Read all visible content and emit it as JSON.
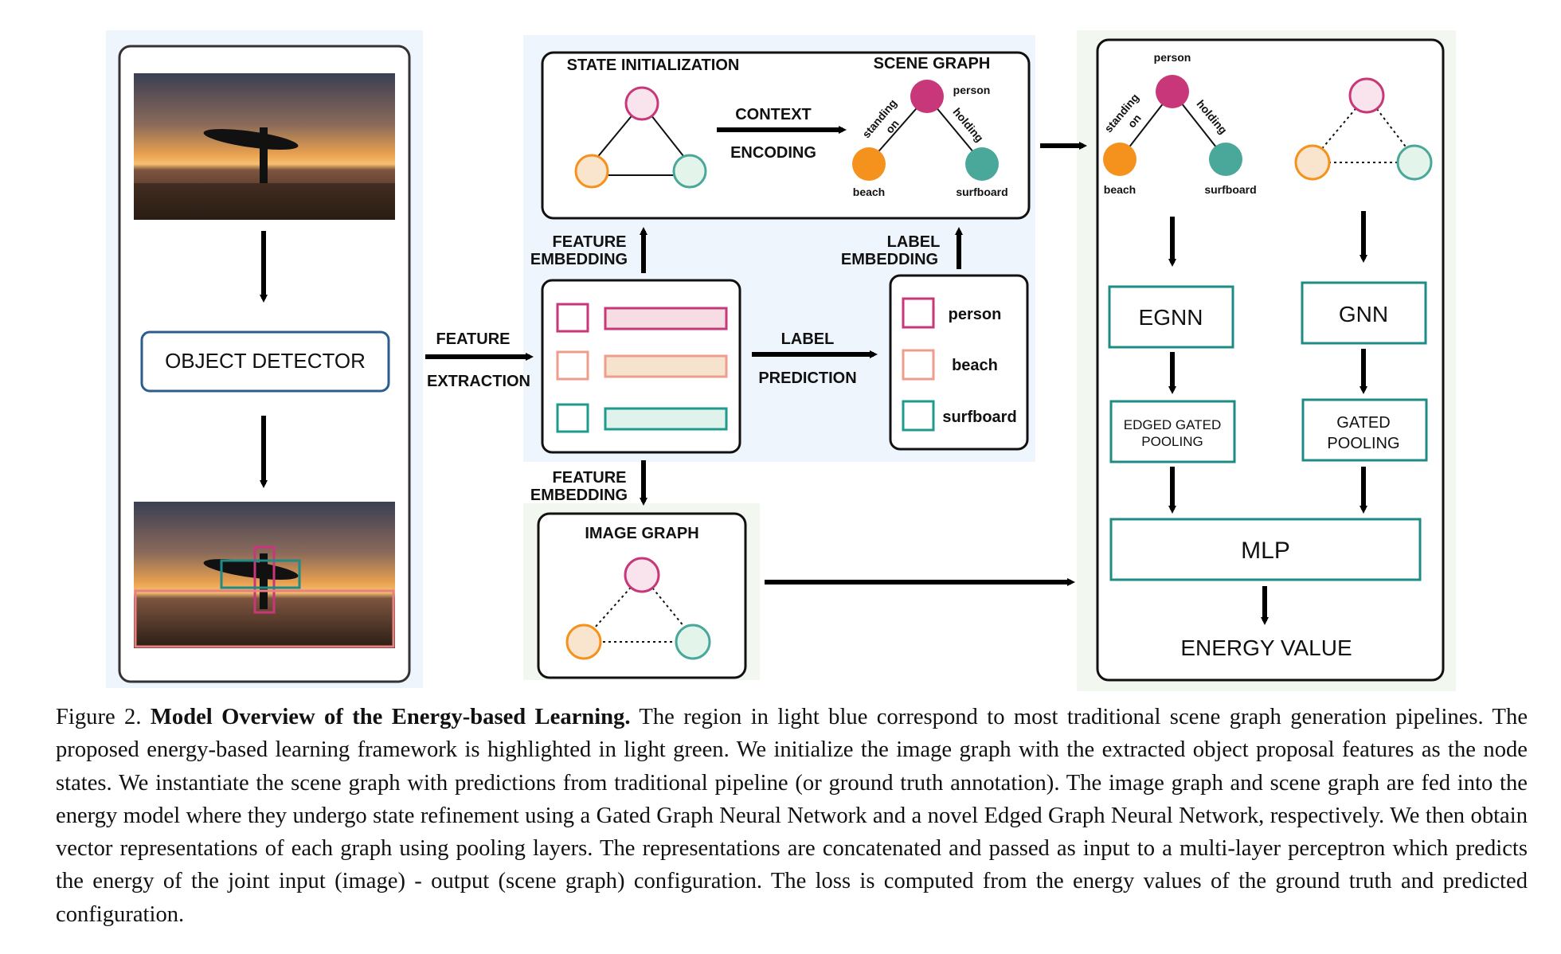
{
  "diagram": {
    "left_panel": {
      "detector_label": "OBJECT DETECTOR"
    },
    "arrows": {
      "feature_extraction": [
        "FEATURE",
        "EXTRACTION"
      ],
      "feature_embedding_up": [
        "FEATURE",
        "EMBEDDING"
      ],
      "feature_embedding_down": [
        "FEATURE",
        "EMBEDDING"
      ],
      "label_prediction": [
        "LABEL",
        "PREDICTION"
      ],
      "label_embedding": [
        "LABEL",
        "EMBEDDING"
      ],
      "context_encoding": [
        "CONTEXT",
        "ENCODING"
      ]
    },
    "state_initialization": {
      "title": "STATE INITIALIZATION"
    },
    "scene_graph": {
      "title": "SCENE GRAPH",
      "nodes": [
        "person",
        "beach",
        "surfboard"
      ],
      "edges": [
        [
          "standing",
          "on"
        ],
        [
          "holding"
        ]
      ]
    },
    "label_list": [
      "person",
      "beach",
      "surfboard"
    ],
    "image_graph": {
      "title": "IMAGE GRAPH"
    },
    "energy_model": {
      "graph_nodes": [
        "person",
        "beach",
        "surfboard"
      ],
      "edges": [
        [
          "standing",
          "on"
        ],
        [
          "holding"
        ]
      ],
      "egnn": "EGNN",
      "gnn": "GNN",
      "edged_pooling": [
        "EDGED GATED",
        "POOLING"
      ],
      "gated_pooling": [
        "GATED",
        "POOLING"
      ],
      "mlp": "MLP",
      "output": "ENERGY VALUE"
    },
    "colors": {
      "light_blue": "#eef5fc",
      "light_green": "#f2f8ef",
      "pink": "#c7377a",
      "orange": "#f5921e",
      "teal": "#4aa89b",
      "box_teal": "#1f8b86",
      "detector_blue": "#2b5d8e"
    }
  },
  "caption": {
    "prefix": "Figure 2.",
    "bold": "Model Overview of the Energy-based Learning.",
    "text": "The region in light blue correspond to most traditional scene graph generation pipelines. The proposed energy-based learning framework is highlighted in light green. We initialize the image graph with the extracted object proposal features as the node states. We instantiate the scene graph with predictions from traditional pipeline (or ground truth annotation). The image graph and scene graph are fed into the energy model where they undergo state refinement using a Gated Graph Neural Network and a novel Edged Graph Neural Network, respectively. We then obtain vector representations of each graph using pooling layers. The representations are concatenated and passed as input to a multi-layer perceptron which predicts the energy of the joint input (image) - output (scene graph) configuration. The loss is computed from the energy values of the ground truth and predicted configuration."
  }
}
